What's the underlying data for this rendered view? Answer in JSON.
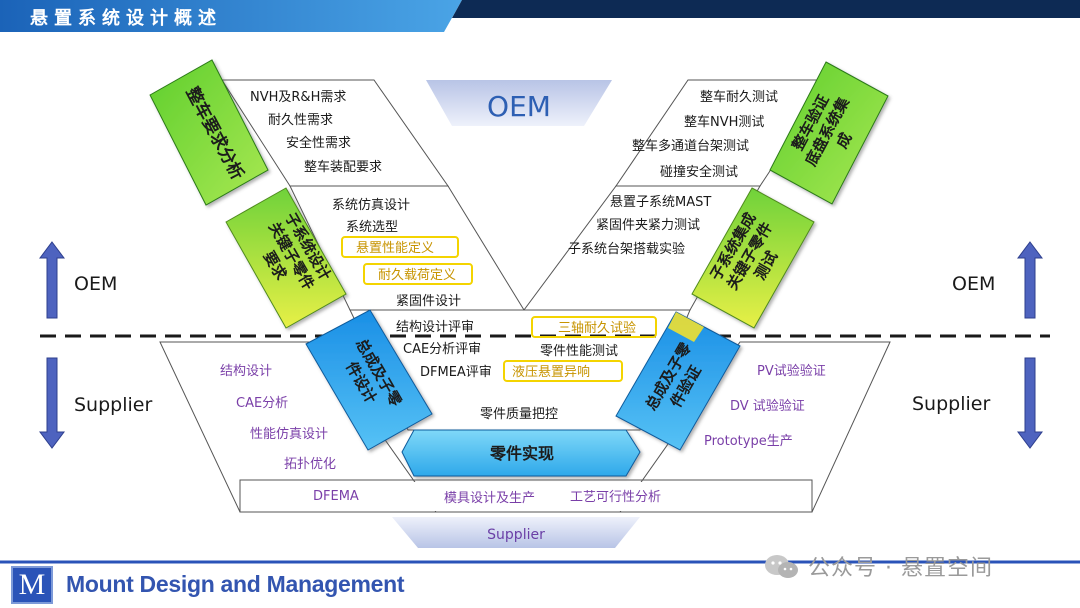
{
  "header": {
    "title": "悬置系统设计概述"
  },
  "oem_top": "OEM",
  "supplier_bottom": "Supplier",
  "side": {
    "left_top": "OEM",
    "left_bottom": "Supplier",
    "right_top": "OEM",
    "right_bottom": "Supplier"
  },
  "banners": {
    "vehicle_req": "整车要求分析",
    "subsystem_design": [
      "子系统设计",
      "关键子零件",
      "要求"
    ],
    "assembly_design": [
      "总成及子零",
      "件设计"
    ],
    "part_realization": "零件实现",
    "assembly_verify": [
      "总成及子零",
      "件验证"
    ],
    "subsystem_integ": [
      "子系统集成",
      "关键子零件",
      "测试"
    ],
    "vehicle_verify": [
      "整车验证",
      "底盘系统集",
      "成"
    ]
  },
  "left_top_items": [
    "NVH及R&H需求",
    "耐久性需求",
    "安全性需求",
    "整车装配要求"
  ],
  "left_mid_items": [
    "系统仿真设计",
    "系统选型",
    "悬置性能定义",
    "耐久载荷定义",
    "紧固件设计"
  ],
  "right_top_items": [
    "整车耐久测试",
    "整车NVH测试",
    "整车多通道台架测试",
    "碰撞安全测试"
  ],
  "right_mid_items": [
    "悬置子系统MAST",
    "紧固件夹紧力测试",
    "子系统台架搭载实验"
  ],
  "center_items": {
    "left": [
      "结构设计评审",
      "CAE分析评审",
      "DFMEA评审"
    ],
    "right": [
      "三轴耐久试验",
      "零件性能测试",
      "液压悬置异响"
    ],
    "bottom": "零件质量把控"
  },
  "supplier_left_items": [
    "结构设计",
    "CAE分析",
    "性能仿真设计",
    "拓扑优化",
    "DFEMA"
  ],
  "supplier_right_items": [
    "PV试验验证",
    "DV 试验验证",
    "Prototype生产"
  ],
  "supplier_bottom_items": [
    "模具设计及生产",
    "工艺可行性分析"
  ],
  "footer": {
    "company": "Mount Design and Management",
    "logo_letter": "M",
    "watermark": "公众号 · 悬置空间"
  },
  "colors": {
    "header_blue": "#1f6fc5",
    "header_dark": "#0d2a54",
    "green": "#7ddc3c",
    "green_yellow": "#b7e64a",
    "blue": "#32a6ee",
    "cyan": "#55c8f4",
    "purple_text": "#7a3fa8",
    "arrow_blue": "#4e63bf",
    "highlight": "#f4d400"
  }
}
